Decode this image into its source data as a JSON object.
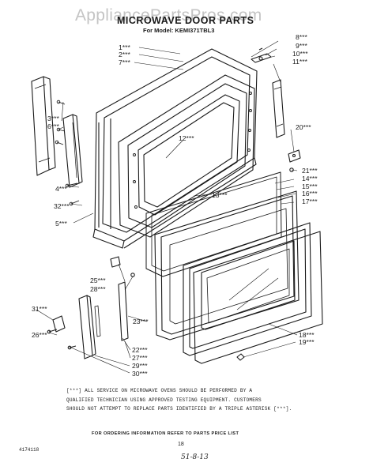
{
  "watermark": "AppliancePartsPros.com",
  "header": {
    "title": "MICROWAVE DOOR PARTS",
    "model": "For Model: KEMI371TBL3"
  },
  "callouts": [
    {
      "id": "1",
      "label": "1***"
    },
    {
      "id": "2",
      "label": "2***"
    },
    {
      "id": "7",
      "label": "7***"
    },
    {
      "id": "3",
      "label": "3***"
    },
    {
      "id": "6",
      "label": "6***"
    },
    {
      "id": "4",
      "label": "4***"
    },
    {
      "id": "32",
      "label": "32***"
    },
    {
      "id": "5",
      "label": "5***"
    },
    {
      "id": "12",
      "label": "12***"
    },
    {
      "id": "13",
      "label": "13***"
    },
    {
      "id": "8",
      "label": "8***"
    },
    {
      "id": "9",
      "label": "9***"
    },
    {
      "id": "10",
      "label": "10***"
    },
    {
      "id": "11",
      "label": "11***"
    },
    {
      "id": "20",
      "label": "20***"
    },
    {
      "id": "21",
      "label": "21***"
    },
    {
      "id": "14",
      "label": "14***"
    },
    {
      "id": "15",
      "label": "15***"
    },
    {
      "id": "16",
      "label": "16***"
    },
    {
      "id": "17",
      "label": "17***"
    },
    {
      "id": "25",
      "label": "25***"
    },
    {
      "id": "28",
      "label": "28***"
    },
    {
      "id": "23",
      "label": "23***"
    },
    {
      "id": "31",
      "label": "31***"
    },
    {
      "id": "26",
      "label": "26***"
    },
    {
      "id": "22",
      "label": "22***"
    },
    {
      "id": "27",
      "label": "27***"
    },
    {
      "id": "29",
      "label": "29***"
    },
    {
      "id": "30",
      "label": "30***"
    },
    {
      "id": "18",
      "label": "18***"
    },
    {
      "id": "19",
      "label": "19***"
    }
  ],
  "notice": [
    "[***] ALL SERVICE ON MICROWAVE OVENS SHOULD BE PERFORMED BY A",
    "QUALIFIED TECHNICIAN USING APPROVED TESTING EQUIPMENT. CUSTOMERS",
    "SHOULD NOT ATTEMPT TO REPLACE PARTS IDENTIFIED BY A TRIPLE ASTERISK [***]."
  ],
  "footer": {
    "ordering": "FOR ORDERING INFORMATION REFER TO PARTS PRICE LIST",
    "doc_number": "4174118",
    "page_number": "18",
    "handwritten": "51-8-13"
  }
}
